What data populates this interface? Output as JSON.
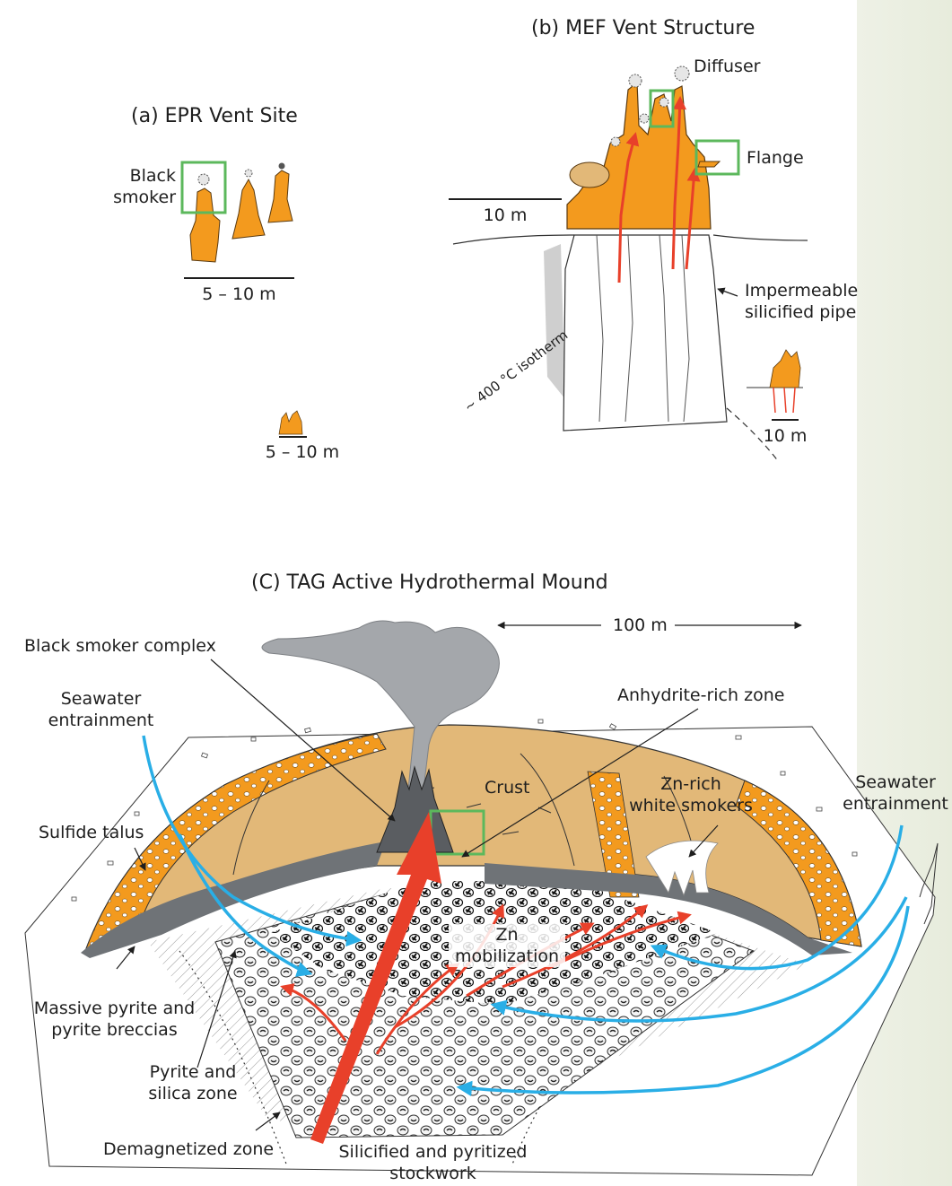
{
  "panel_a": {
    "title": "(a) EPR Vent Site",
    "black_smoker": "Black\nsmoker",
    "scale": "5 – 10 m",
    "scale_small": "5 – 10 m"
  },
  "panel_b": {
    "title": "(b) MEF Vent Structure",
    "diffuser": "Diffuser",
    "flange": "Flange",
    "scale_10m": "10 m",
    "impermeable_pipe": "Impermeable\nsilicified pipe",
    "isotherm": "~ 400 °C isotherm",
    "scale_small": "10 m"
  },
  "panel_c": {
    "title": "(C) TAG Active Hydrothermal Mound",
    "scale_100m": "100 m",
    "black_smoker_complex": "Black smoker complex",
    "seawater_left": "Seawater\nentrainment",
    "anhydrite_zone": "Anhydrite-rich zone",
    "seawater_right": "Seawater\nentrainment",
    "crust": "Crust",
    "zn_white_smokers": "Zn-rich\nwhite smokers",
    "sulfide_talus": "Sulfide talus",
    "zn_mobilization": "Zn\nmobilization",
    "massive_pyrite": "Massive pyrite and\npyrite breccias",
    "pyrite_silica": "Pyrite and\nsilica zone",
    "demagnetized": "Demagnetized zone",
    "stockwork": "Silicified and pyritized\nstockwork"
  },
  "colors": {
    "sulfide_orange": "#f39a1e",
    "mound_tan": "#e2b878",
    "fluid_red": "#e8402a",
    "seawater_blue": "#29aee6",
    "plume_gray": "#a4a7ab",
    "highlight_green": "#5cb85c",
    "side_panel": "#eef1e6"
  }
}
